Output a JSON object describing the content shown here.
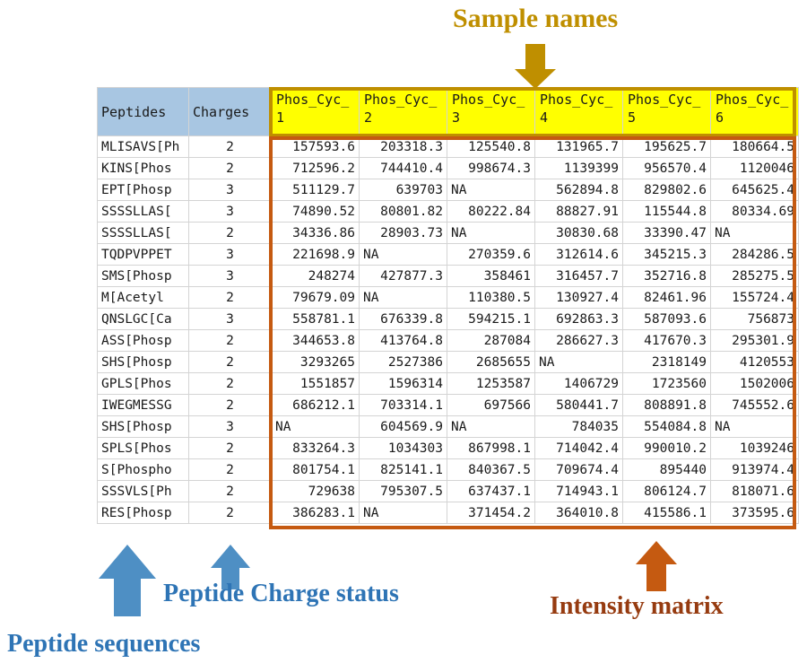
{
  "annotations": {
    "sample_names": "Sample names",
    "peptide_charge_status": "Peptide Charge status",
    "peptide_sequences": "Peptide sequences",
    "intensity_matrix": "Intensity matrix"
  },
  "colors": {
    "sample_names_accent": "#bf8f00",
    "intensity_accent": "#c55a11",
    "peptide_accent": "#2e74b5",
    "header_fill": "#a8c6e2",
    "sample_header_fill": "#ffff00"
  },
  "table": {
    "headers": {
      "peptides": "Peptides",
      "charges": "Charges",
      "samples": [
        "Phos_Cyc_1",
        "Phos_Cyc_2",
        "Phos_Cyc_3",
        "Phos_Cyc_4",
        "Phos_Cyc_5",
        "Phos_Cyc_6"
      ]
    },
    "rows": [
      {
        "peptide": "MLISAVS[Ph",
        "charge": "2",
        "values": [
          "157593.6",
          "203318.3",
          "125540.8",
          "131965.7",
          "195625.7",
          "180664.5"
        ]
      },
      {
        "peptide": "KINS[Phos",
        "charge": "2",
        "values": [
          "712596.2",
          "744410.4",
          "998674.3",
          "1139399",
          "956570.4",
          "1120046"
        ]
      },
      {
        "peptide": "EPT[Phosp",
        "charge": "3",
        "values": [
          "511129.7",
          "639703",
          "NA",
          "562894.8",
          "829802.6",
          "645625.4"
        ]
      },
      {
        "peptide": "SSSSLLAS[",
        "charge": "3",
        "values": [
          "74890.52",
          "80801.82",
          "80222.84",
          "88827.91",
          "115544.8",
          "80334.69"
        ]
      },
      {
        "peptide": "SSSSLLAS[",
        "charge": "2",
        "values": [
          "34336.86",
          "28903.73",
          "NA",
          "30830.68",
          "33390.47",
          "NA"
        ]
      },
      {
        "peptide": "TQDPVPPET",
        "charge": "3",
        "values": [
          "221698.9",
          "NA",
          "270359.6",
          "312614.6",
          "345215.3",
          "284286.5"
        ]
      },
      {
        "peptide": "SMS[Phosp",
        "charge": "3",
        "values": [
          "248274",
          "427877.3",
          "358461",
          "316457.7",
          "352716.8",
          "285275.5"
        ]
      },
      {
        "peptide": "M[Acetyl",
        "charge": "2",
        "values": [
          "79679.09",
          "NA",
          "110380.5",
          "130927.4",
          "82461.96",
          "155724.4"
        ]
      },
      {
        "peptide": "QNSLGC[Ca",
        "charge": "3",
        "values": [
          "558781.1",
          "676339.8",
          "594215.1",
          "692863.3",
          "587093.6",
          "756873"
        ]
      },
      {
        "peptide": "ASS[Phosp",
        "charge": "2",
        "values": [
          "344653.8",
          "413764.8",
          "287084",
          "286627.3",
          "417670.3",
          "295301.9"
        ]
      },
      {
        "peptide": "SHS[Phosp",
        "charge": "2",
        "values": [
          "3293265",
          "2527386",
          "2685655",
          "NA",
          "2318149",
          "4120553"
        ]
      },
      {
        "peptide": "GPLS[Phos",
        "charge": "2",
        "values": [
          "1551857",
          "1596314",
          "1253587",
          "1406729",
          "1723560",
          "1502006"
        ]
      },
      {
        "peptide": "IWEGMESSG",
        "charge": "2",
        "values": [
          "686212.1",
          "703314.1",
          "697566",
          "580441.7",
          "808891.8",
          "745552.6"
        ]
      },
      {
        "peptide": "SHS[Phosp",
        "charge": "3",
        "values": [
          "NA",
          "604569.9",
          "NA",
          "784035",
          "554084.8",
          "NA"
        ]
      },
      {
        "peptide": "SPLS[Phos",
        "charge": "2",
        "values": [
          "833264.3",
          "1034303",
          "867998.1",
          "714042.4",
          "990010.2",
          "1039246"
        ]
      },
      {
        "peptide": "S[Phospho",
        "charge": "2",
        "values": [
          "801754.1",
          "825141.1",
          "840367.5",
          "709674.4",
          "895440",
          "913974.4"
        ]
      },
      {
        "peptide": "SSSVLS[Ph",
        "charge": "2",
        "values": [
          "729638",
          "795307.5",
          "637437.1",
          "714943.1",
          "806124.7",
          "818071.6"
        ]
      },
      {
        "peptide": "RES[Phosp",
        "charge": "2",
        "values": [
          "386283.1",
          "NA",
          "371454.2",
          "364010.8",
          "415586.1",
          "373595.6"
        ]
      }
    ]
  }
}
